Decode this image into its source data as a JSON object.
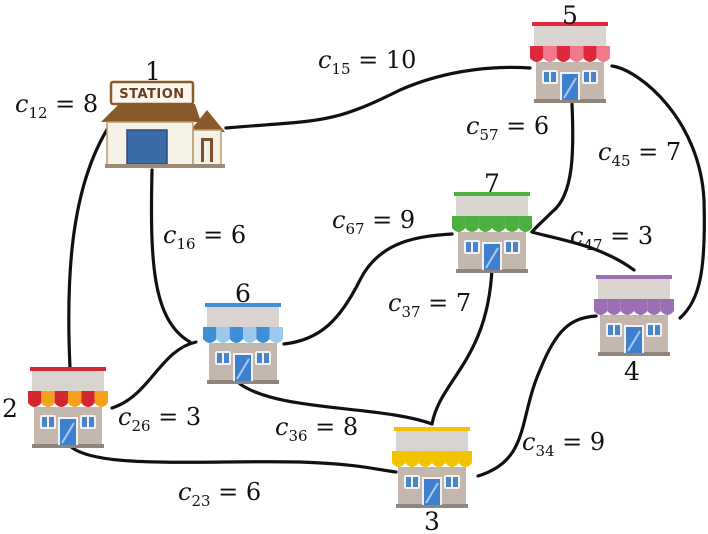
{
  "nodes": [
    {
      "id": "1",
      "label": "1",
      "kind": "station",
      "sign_text": "STATION"
    },
    {
      "id": "2",
      "label": "2",
      "kind": "shop",
      "awning": [
        "#d4262e",
        "#f4a21c"
      ]
    },
    {
      "id": "3",
      "label": "3",
      "kind": "shop",
      "awning": [
        "#f2c400",
        "#f2c400"
      ]
    },
    {
      "id": "4",
      "label": "4",
      "kind": "shop",
      "awning": [
        "#9b6fb3",
        "#9b6fb3"
      ]
    },
    {
      "id": "5",
      "label": "5",
      "kind": "shop",
      "awning": [
        "#e0283c",
        "#f07a8c"
      ]
    },
    {
      "id": "6",
      "label": "6",
      "kind": "shop",
      "awning": [
        "#3f8fd6",
        "#9cc8ee"
      ]
    },
    {
      "id": "7",
      "label": "7",
      "kind": "shop",
      "awning": [
        "#4caf3e",
        "#4caf3e"
      ]
    }
  ],
  "edges": [
    {
      "from": "1",
      "to": "2",
      "sub": "12",
      "cost": "8"
    },
    {
      "from": "1",
      "to": "5",
      "sub": "15",
      "cost": "10"
    },
    {
      "from": "1",
      "to": "6",
      "sub": "16",
      "cost": "6"
    },
    {
      "from": "2",
      "to": "6",
      "sub": "26",
      "cost": "3"
    },
    {
      "from": "2",
      "to": "3",
      "sub": "23",
      "cost": "6"
    },
    {
      "from": "3",
      "to": "6",
      "sub": "36",
      "cost": "8"
    },
    {
      "from": "3",
      "to": "7",
      "sub": "37",
      "cost": "7"
    },
    {
      "from": "3",
      "to": "4",
      "sub": "34",
      "cost": "9"
    },
    {
      "from": "4",
      "to": "5",
      "sub": "45",
      "cost": "7"
    },
    {
      "from": "4",
      "to": "7",
      "sub": "47",
      "cost": "3"
    },
    {
      "from": "5",
      "to": "7",
      "sub": "57",
      "cost": "6"
    },
    {
      "from": "6",
      "to": "7",
      "sub": "67",
      "cost": "9"
    }
  ],
  "label_symbol": "c",
  "equals_sign": "=",
  "colors": {
    "edge": "#111111",
    "shop_wall": "#c4b8ae",
    "shop_top": "#d9d4cf",
    "window_frame": "#f2f2f2",
    "window_glass": "#4a84c8",
    "door": "#3f7fd0",
    "station_wall": "#f6f1e6",
    "station_roof": "#8b5a2b",
    "station_door": "#3b6aa8"
  }
}
